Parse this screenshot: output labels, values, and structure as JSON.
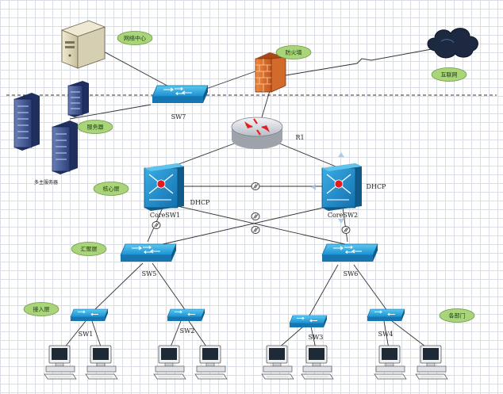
{
  "colors": {
    "tag_fill": "#a9d47a",
    "tag_stroke": "#6c9a45",
    "switch_blue": "#1f9fd8",
    "core_blue": "#1f8fcc",
    "firewall": "#e06a2a",
    "router": "#d9dde2"
  },
  "tags": {
    "network_center": "网络中心",
    "firewall": "防火墙",
    "internet": "互联网",
    "servers": "服务器",
    "core_layer": "核心层",
    "aggregation_layer": "汇聚层",
    "access_layer": "接入层",
    "departments": "各部门"
  },
  "labels": {
    "sw7": "SW7",
    "r1": "R1",
    "core_sw1": "CoreSW1",
    "core_sw2": "CoreSW2",
    "dhcp_left": "DHCP",
    "dhcp_right": "DHCP",
    "sw5": "SW5",
    "sw6": "SW6",
    "sw1": "SW1",
    "sw2": "SW2",
    "sw3": "SW3",
    "sw4": "SW4",
    "multi_servers": "多主服务器"
  },
  "icons": {
    "server_tower": "server-tower-icon",
    "server_rack": "server-rack-icon",
    "firewall": "firewall-brick-icon",
    "cloud": "internet-cloud-icon",
    "router": "router-icon",
    "core_switch": "multilayer-switch-icon",
    "switch": "switch-icon",
    "pc": "desktop-pc-icon"
  }
}
